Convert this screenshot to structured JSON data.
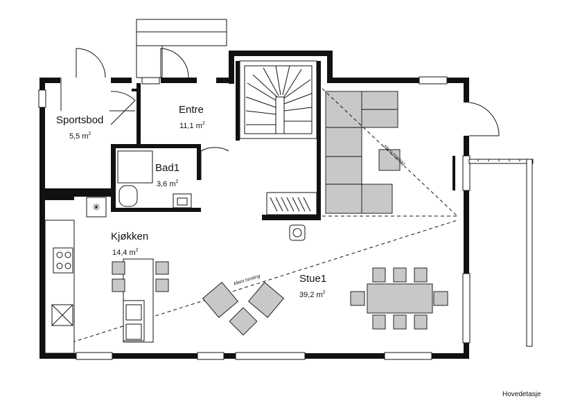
{
  "plan": {
    "floor_label": "Hovedetasje",
    "rooms": {
      "sportsbod": {
        "name": "Sportsbod",
        "area": "5,5 m",
        "unit_sup": "2"
      },
      "entre": {
        "name": "Entre",
        "area": "11,1 m",
        "unit_sup": "2"
      },
      "bad": {
        "name": "Bad1",
        "area": "3,6 m",
        "unit_sup": "2"
      },
      "kjokken": {
        "name": "Kjøkken",
        "area": "14,4 m",
        "unit_sup": "2"
      },
      "stue": {
        "name": "Stue1",
        "area": "39,2 m",
        "unit_sup": "2"
      }
    },
    "annotations": {
      "ceiling_upper": "Ment himling",
      "ceiling_lower": "Ment himling"
    }
  }
}
